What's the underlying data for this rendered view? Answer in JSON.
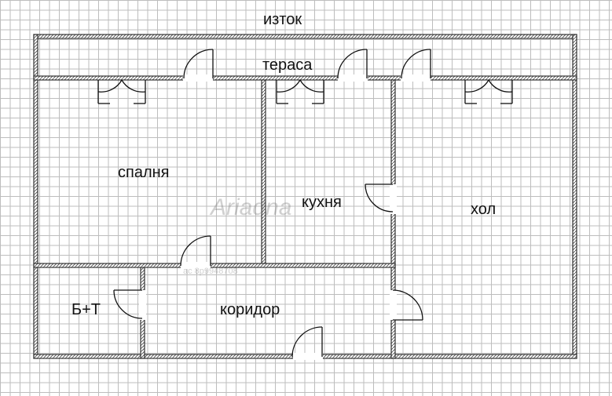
{
  "labels": {
    "east": "изток",
    "terrace": "тераса",
    "bedroom": "спалня",
    "kitchen": "кухня",
    "hall": "хол",
    "bathroom": "Б+Т",
    "corridor": "коридор"
  },
  "watermark": {
    "logo": "Ariadna",
    "code": "ac 8p9948708"
  },
  "colors": {
    "wall": "#333333",
    "grid": "#bdbdbd"
  }
}
